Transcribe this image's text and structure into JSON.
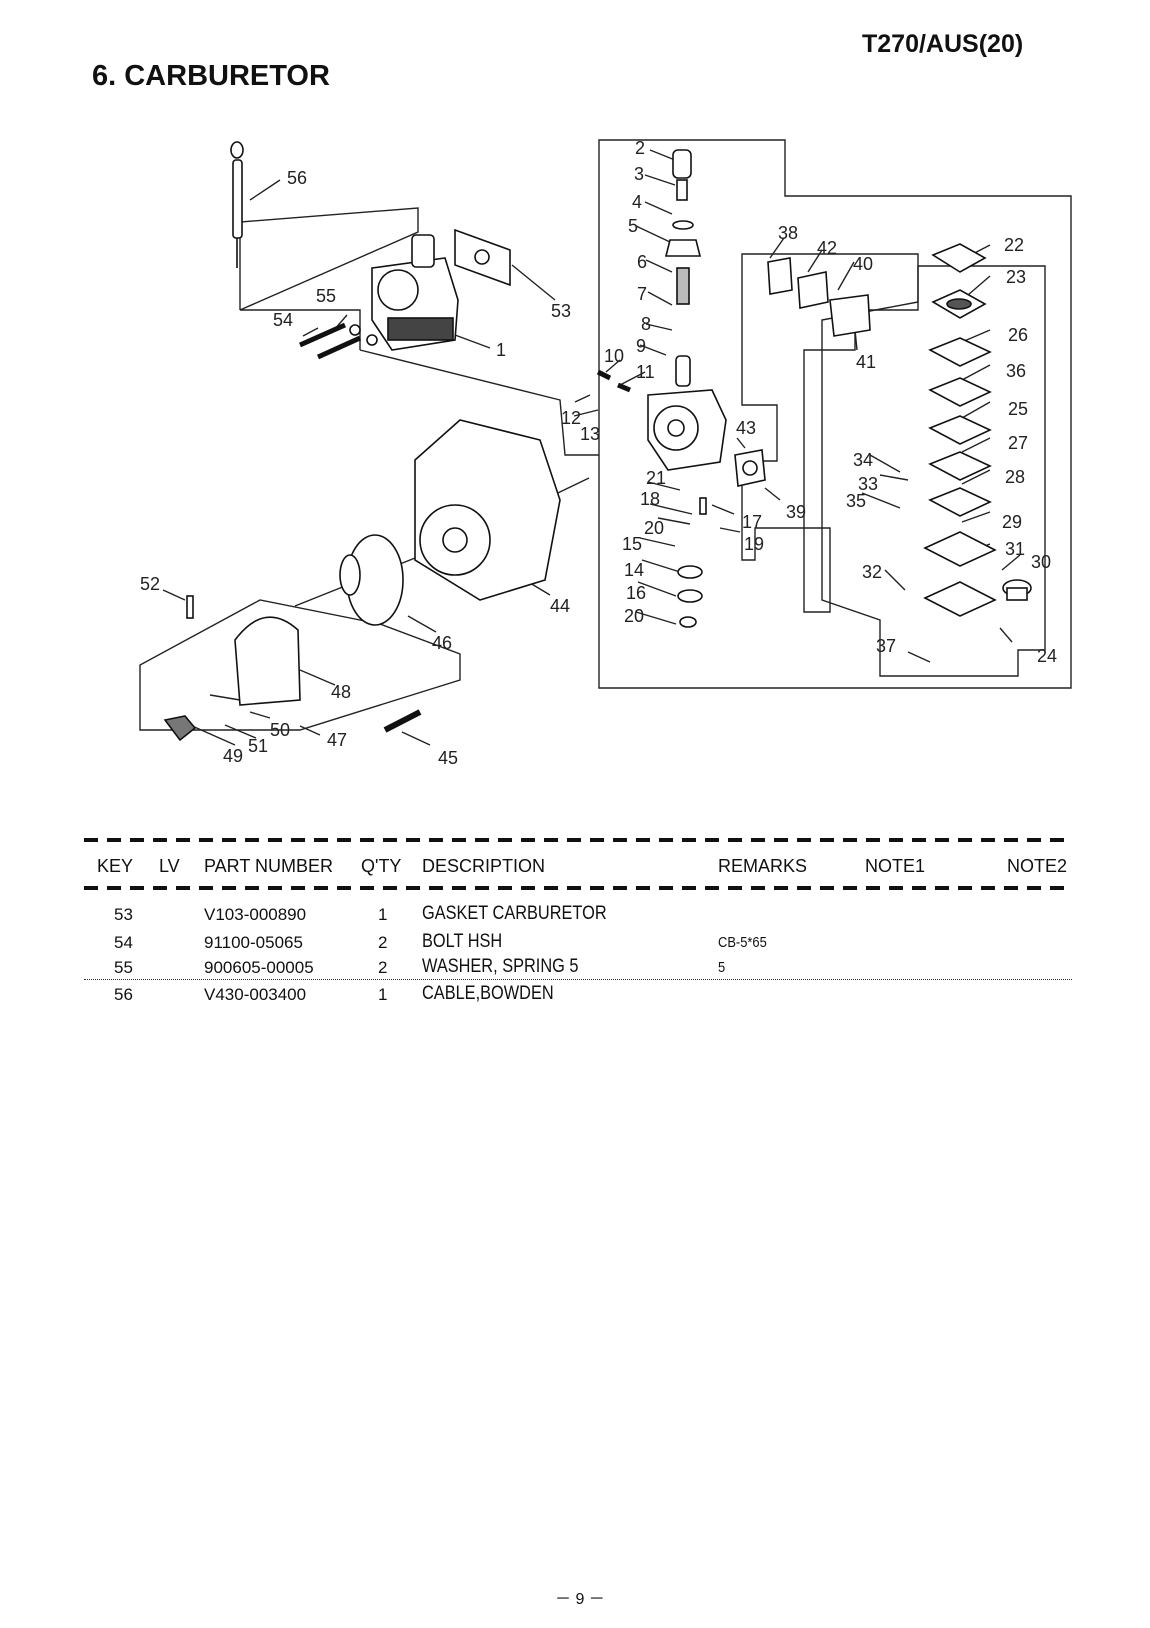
{
  "header": {
    "model": "T270/AUS(20)",
    "title": "6. CARBURETOR"
  },
  "diagram": {
    "callouts": [
      "1",
      "2",
      "3",
      "4",
      "5",
      "6",
      "7",
      "8",
      "9",
      "10",
      "11",
      "12",
      "13",
      "14",
      "15",
      "16",
      "17",
      "18",
      "19",
      "20",
      "20",
      "21",
      "22",
      "23",
      "24",
      "25",
      "26",
      "27",
      "28",
      "29",
      "30",
      "31",
      "32",
      "33",
      "34",
      "35",
      "36",
      "37",
      "38",
      "39",
      "40",
      "41",
      "42",
      "43",
      "44",
      "45",
      "46",
      "47",
      "48",
      "49",
      "50",
      "51",
      "52",
      "53",
      "54",
      "55",
      "56"
    ]
  },
  "table": {
    "columns": [
      "KEY",
      "LV",
      "PART NUMBER",
      "Q'TY",
      "DESCRIPTION",
      "REMARKS",
      "NOTE1",
      "NOTE2"
    ],
    "rows": [
      {
        "key": "53",
        "lv": "",
        "part": "V103-000890",
        "qty": "1",
        "desc": "GASKET CARBURETOR",
        "remarks": ""
      },
      {
        "key": "54",
        "lv": "",
        "part": "91100-05065",
        "qty": "2",
        "desc": "BOLT HSH",
        "remarks": "CB-5*65"
      },
      {
        "key": "55",
        "lv": "",
        "part": "900605-00005",
        "qty": "2",
        "desc": "WASHER, SPRING  5",
        "remarks": "5"
      },
      {
        "key": "56",
        "lv": "",
        "part": "V430-003400",
        "qty": "1",
        "desc": "CABLE,BOWDEN",
        "remarks": ""
      }
    ]
  },
  "footer": {
    "page": "－ 9 －"
  }
}
